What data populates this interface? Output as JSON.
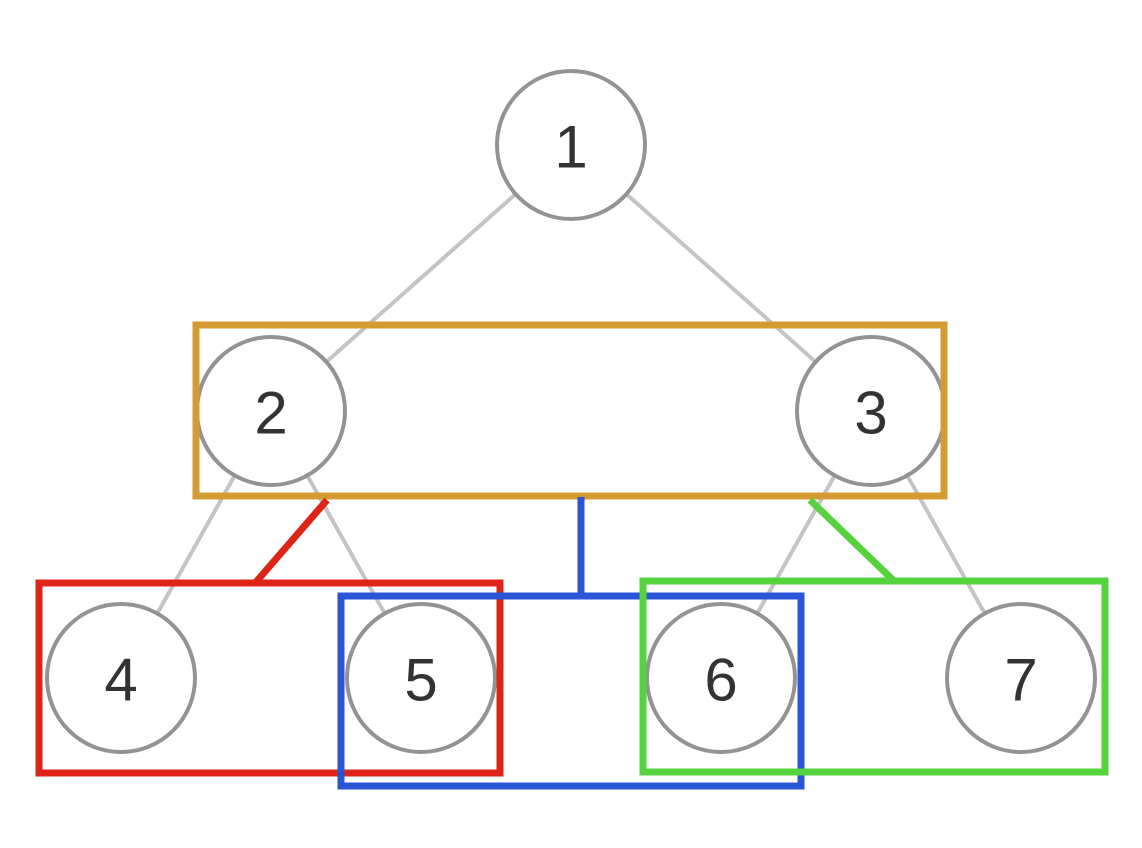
{
  "diagram": {
    "nodes": [
      {
        "id": "1",
        "label": "1"
      },
      {
        "id": "2",
        "label": "2"
      },
      {
        "id": "3",
        "label": "3"
      },
      {
        "id": "4",
        "label": "4"
      },
      {
        "id": "5",
        "label": "5"
      },
      {
        "id": "6",
        "label": "6"
      },
      {
        "id": "7",
        "label": "7"
      }
    ],
    "edges": [
      {
        "from": "1",
        "to": "2"
      },
      {
        "from": "1",
        "to": "3"
      },
      {
        "from": "2",
        "to": "4"
      },
      {
        "from": "2",
        "to": "5"
      },
      {
        "from": "3",
        "to": "6"
      },
      {
        "from": "3",
        "to": "7"
      }
    ],
    "groups": [
      {
        "id": "level-2",
        "color": "#d49b32",
        "members": [
          "2",
          "3"
        ]
      },
      {
        "id": "red",
        "color": "#dd2417",
        "members": [
          "4",
          "5"
        ]
      },
      {
        "id": "blue",
        "color": "#2a55d6",
        "members": [
          "5",
          "6"
        ]
      },
      {
        "id": "green",
        "color": "#57d23f",
        "members": [
          "6",
          "7"
        ]
      }
    ],
    "colors": {
      "node_stroke": "#939393",
      "edge": "#c4c4c4",
      "label": "#333333"
    }
  }
}
